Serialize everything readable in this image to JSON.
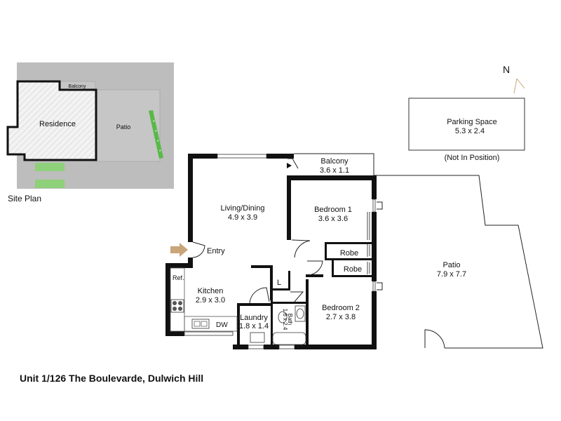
{
  "site_plan": {
    "title": "Site Plan",
    "residence_label": "Residence",
    "patio_label": "Patio",
    "balcony_label": "Balcony"
  },
  "north_label": "N",
  "parking": {
    "label": "Parking Space",
    "dims": "5.3 x 2.4",
    "note": "(Not In Position)"
  },
  "rooms": {
    "balcony": {
      "label": "Balcony",
      "dims": "3.6 x 1.1"
    },
    "living": {
      "label": "Living/Dining",
      "dims": "4.9 x 3.9"
    },
    "bedroom1": {
      "label": "Bedroom 1",
      "dims": "3.6 x 3.6"
    },
    "robe1": {
      "label": "Robe"
    },
    "robe2": {
      "label": "Robe"
    },
    "entry": {
      "label": "Entry"
    },
    "kitchen": {
      "label": "Kitchen",
      "dims": "2.9 x 3.0"
    },
    "ref": {
      "label": "Ref."
    },
    "dw": {
      "label": "DW"
    },
    "linen": {
      "label": "L"
    },
    "laundry": {
      "label": "Laundry",
      "dims": "1.8 x 1.4"
    },
    "bath": {
      "label": "Bath",
      "dims": "1.6 x 2.4"
    },
    "bedroom2": {
      "label": "Bedroom 2",
      "dims": "2.7 x 3.8"
    },
    "patio": {
      "label": "Patio",
      "dims": "7.9 x 7.7"
    }
  },
  "address": "Unit 1/126 The Boulevarde, Dulwich Hill",
  "colors": {
    "wall": "#111111",
    "site_bg": "#bdbdbd",
    "grass": "#8fd07a",
    "arrow": "#c9a57a",
    "hedge": "#58b947"
  }
}
